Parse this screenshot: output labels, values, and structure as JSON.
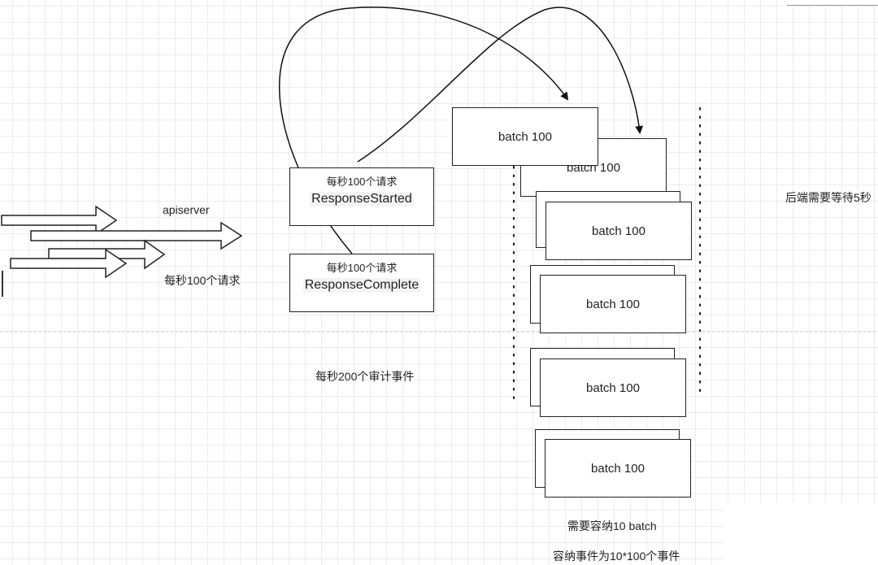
{
  "labels": {
    "apiserver": "apiserver",
    "rate_in": "每秒100个请求",
    "audit_rate": "每秒200个审计事件",
    "backend_wait": "后端需要等待5秒",
    "capacity_batch": "需要容纳10 batch",
    "capacity_events": "容纳事件为10*100个事件"
  },
  "stages": [
    {
      "sub": "每秒100个请求",
      "name": "ResponseStarted"
    },
    {
      "sub": "每秒100个请求",
      "name": "ResponseComplete"
    }
  ],
  "batches": [
    "batch 100",
    "batch 100",
    "batch 100",
    "batch 100",
    "batch 100",
    "batch 100",
    "batch 100",
    "batch 100",
    "batch 100",
    "batch 100"
  ]
}
